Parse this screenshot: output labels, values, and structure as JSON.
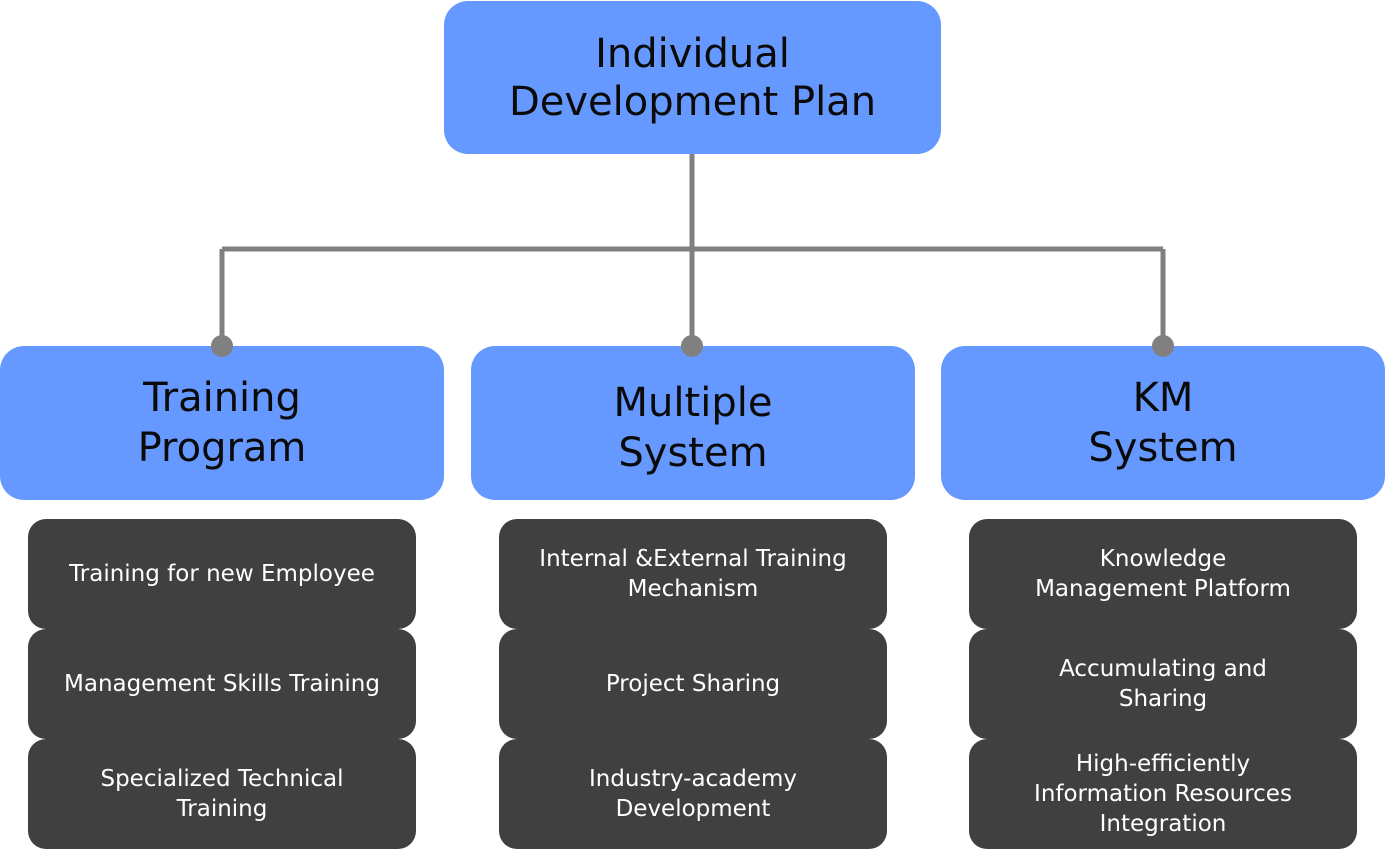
{
  "root": {
    "lines": [
      "Individual",
      "Development Plan"
    ]
  },
  "categories": [
    {
      "lines": [
        "Training",
        "Program"
      ],
      "items": [
        {
          "lines": [
            "Training for new Employee"
          ]
        },
        {
          "lines": [
            "Management Skills Training"
          ]
        },
        {
          "lines": [
            "Specialized Technical",
            "Training"
          ]
        }
      ]
    },
    {
      "lines": [
        "Multiple",
        "System"
      ],
      "items": [
        {
          "lines": [
            "Internal &External Training",
            "Mechanism"
          ]
        },
        {
          "lines": [
            "Project Sharing"
          ]
        },
        {
          "lines": [
            "Industry-academy",
            "Development"
          ]
        }
      ]
    },
    {
      "lines": [
        "KM",
        "System"
      ],
      "items": [
        {
          "lines": [
            "Knowledge",
            "Management Platform"
          ]
        },
        {
          "lines": [
            "Accumulating and",
            "Sharing"
          ]
        },
        {
          "lines": [
            "High-efficiently",
            "Information Resources",
            "Integration"
          ]
        }
      ]
    }
  ],
  "colors": {
    "blue_box": "#6699ff",
    "dark_box": "#404040",
    "connector": "#808080"
  }
}
